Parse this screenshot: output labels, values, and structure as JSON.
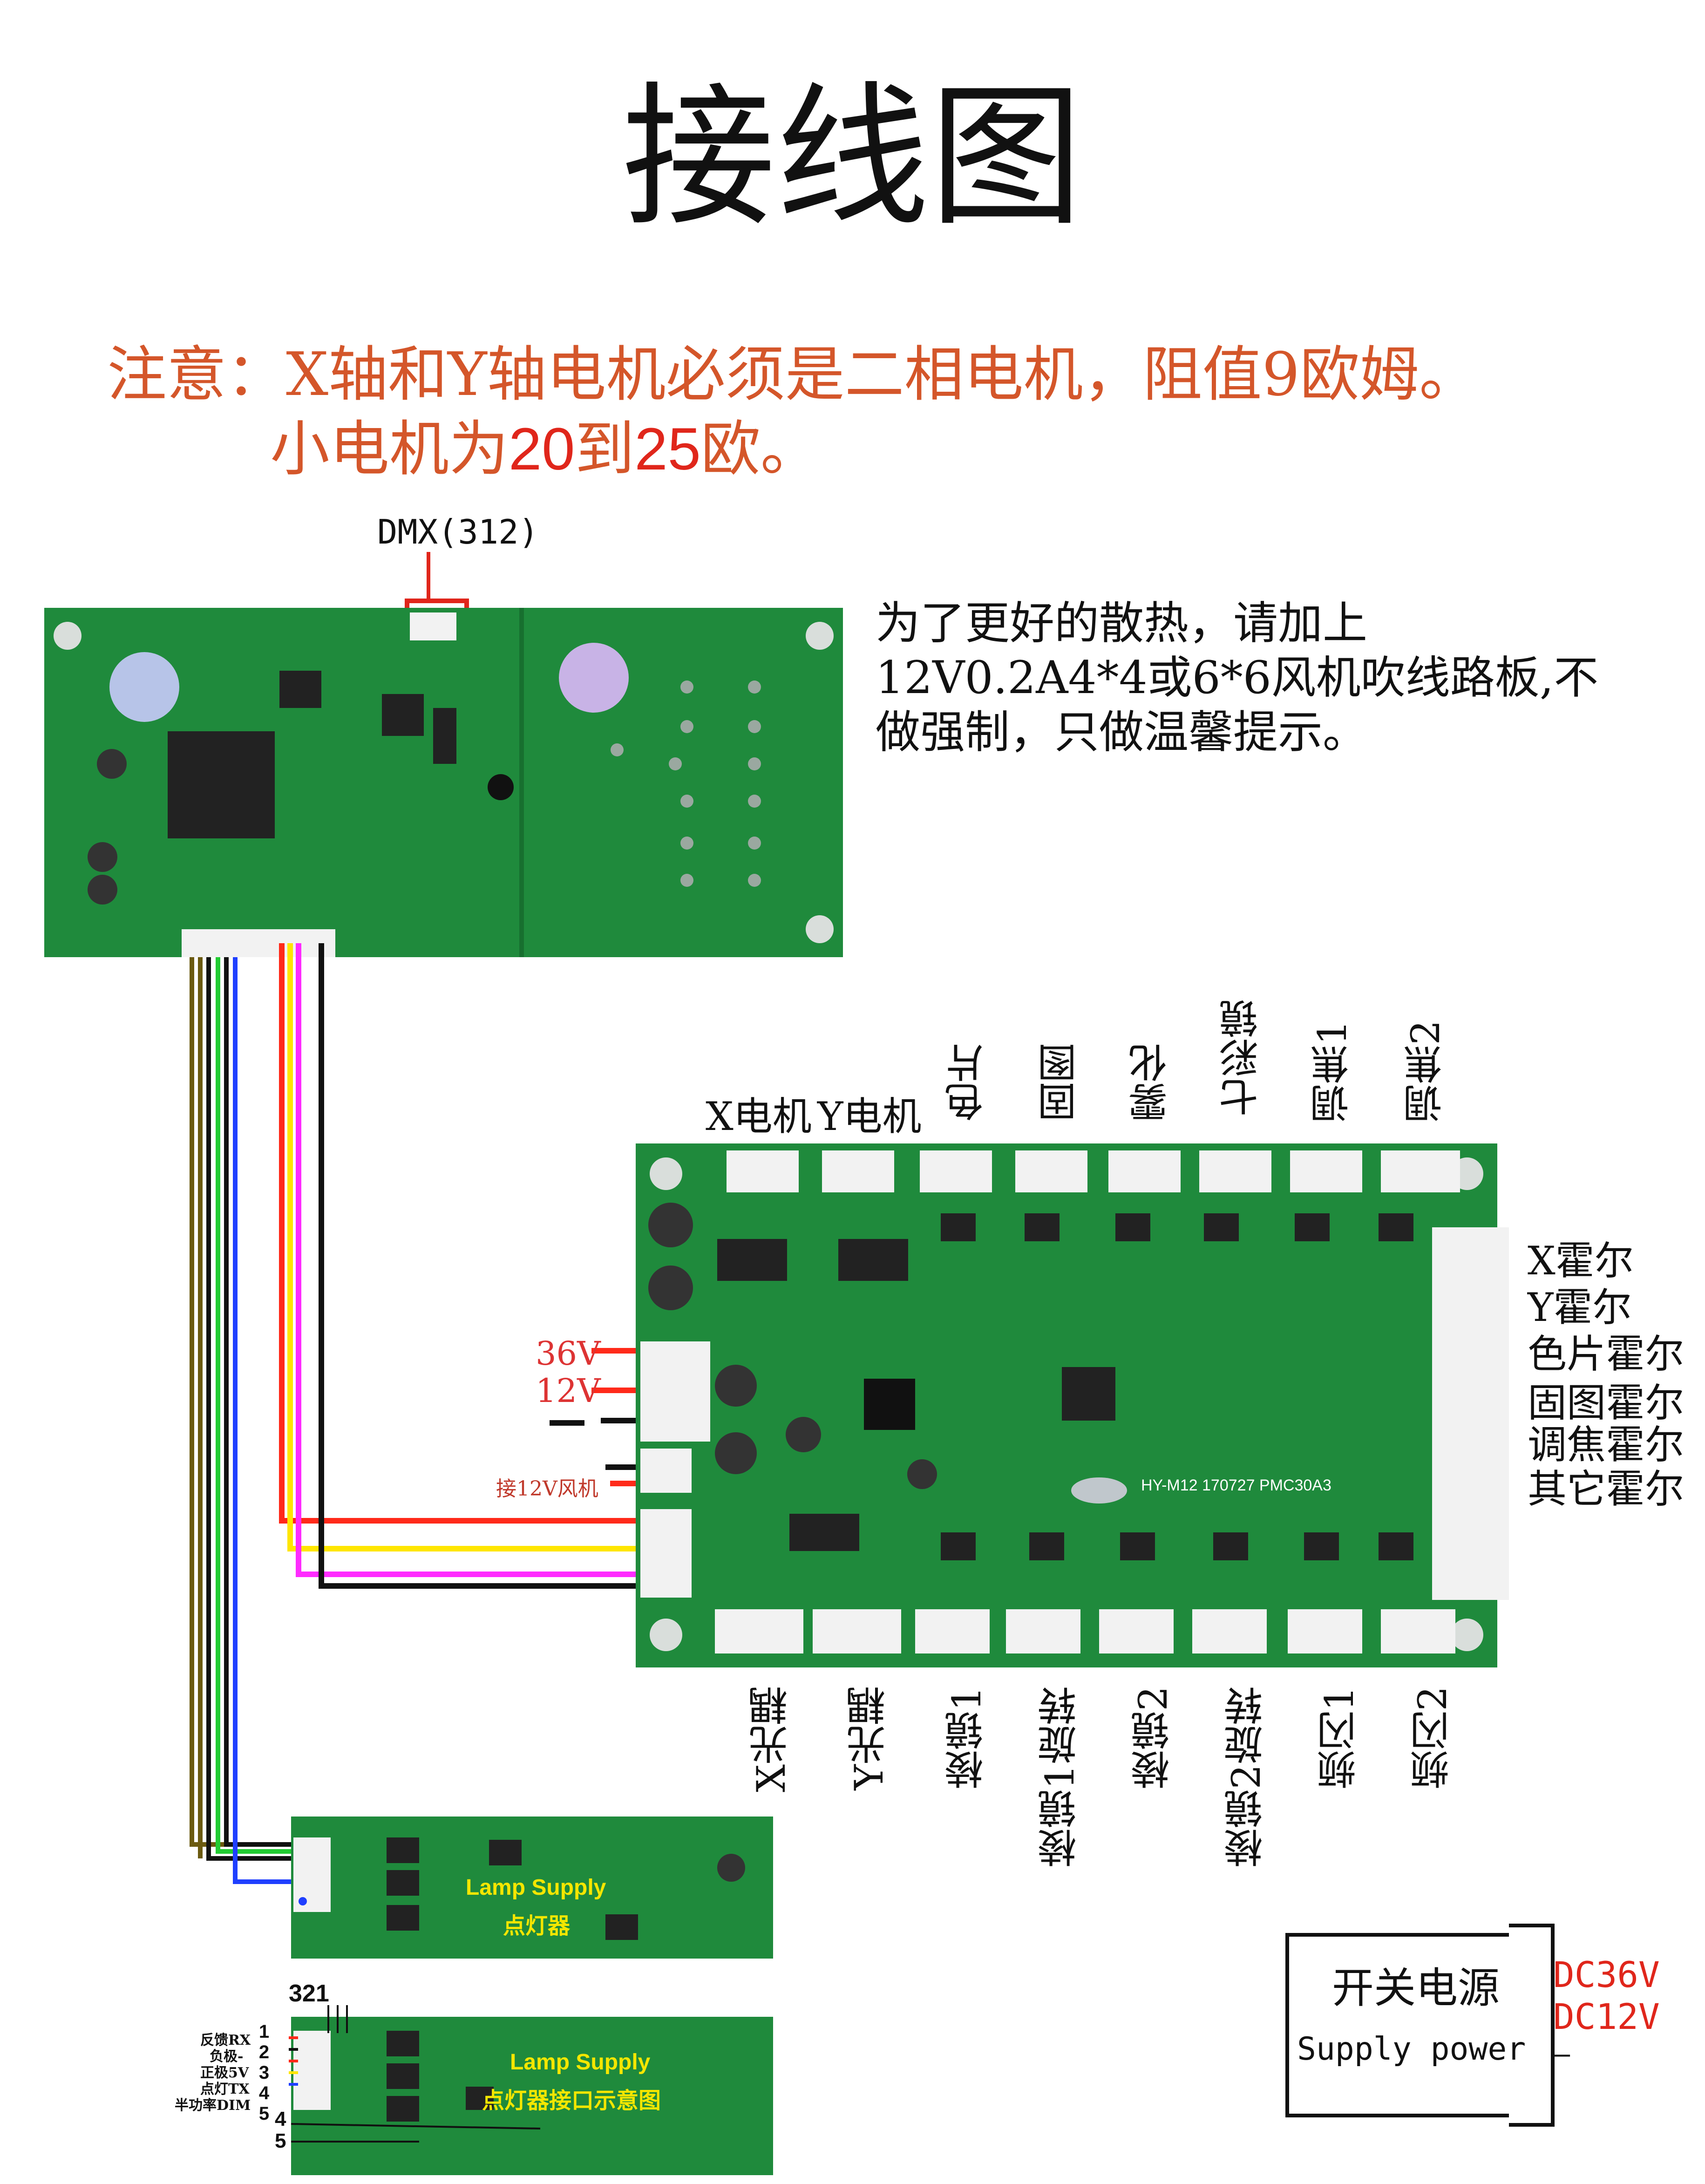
{
  "title": "接线图",
  "notice": {
    "prefix": "注意：X轴和Y轴电机必须是二相电机，阻值9欧姆。",
    "line2_a": "小电机为",
    "line2_n1": "20",
    "line2_b": "到",
    "line2_n2": "25",
    "line2_c": "欧。"
  },
  "fan_tip": "为了更好的散热，请加上12V0.2A4*4或6*6风机吹线路板,不做强制，只做温馨提示。",
  "dmx_label": "DMX(312)",
  "top_connectors": [
    "X电机",
    "Y电机",
    "色片",
    "固图",
    "雾化",
    "七彩镜",
    "调焦1",
    "调焦2"
  ],
  "right_connectors": [
    "X霍尔",
    "Y霍尔",
    "色片霍尔",
    "固图霍尔",
    "调焦霍尔",
    "其它霍尔"
  ],
  "bottom_connectors": [
    "X光耦",
    "Y光耦",
    "棱镜1",
    "棱镜1旋转",
    "棱镜2",
    "棱镜2旋转",
    "频闪1",
    "频闪2"
  ],
  "power_labels": {
    "v36": "36V",
    "v12": "12V",
    "fan": "接12V风机"
  },
  "board_marking": "HY-M12  170727  PMC30A3",
  "lamp_supply": {
    "en": "Lamp Supply",
    "zh": "点灯器",
    "zh_interface": "点灯器接口示意图",
    "pin_top": "321",
    "pin_side": "12345",
    "pins": [
      "反馈RX",
      "负极-",
      "正极5V",
      "点灯TX",
      "半功率DIM"
    ],
    "pin4": "4",
    "pin5": "5"
  },
  "psu": {
    "zh": "开关电源",
    "en": "Supply power",
    "dc36": "DC36V",
    "dc12": "DC12V",
    "neg": "–"
  },
  "colors": {
    "pcb_green": "#1f8a3c",
    "pcb_dark": "#17702f",
    "wire_red": "#ff2a1a",
    "wire_yellow": "#ffe600",
    "wire_magenta": "#ff2bff",
    "wire_black": "#111111",
    "wire_green": "#22cc33",
    "wire_blue": "#1f3fff",
    "wire_olive": "#6b5a10",
    "notice_orange": "#d4562a"
  }
}
